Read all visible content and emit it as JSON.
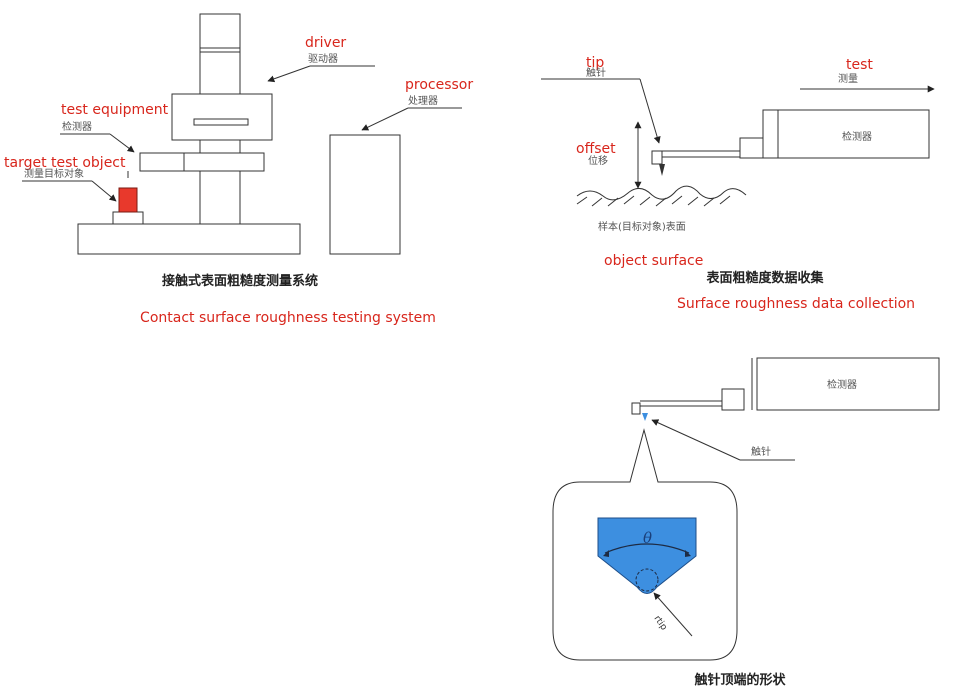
{
  "panel_contact": {
    "driver_en": "driver",
    "driver_cn": "驱动器",
    "processor_en": "processor",
    "processor_cn": "处理器",
    "test_equipment_en": "test equipment",
    "test_equipment_cn": "检测器",
    "target_en": "target test object",
    "target_cn": "测量目标对象",
    "caption_cn": "接触式表面粗糙度测量系统",
    "caption_en": "Contact surface roughness testing system",
    "target_color": "#e8392c"
  },
  "panel_collection": {
    "tip_en": "tip",
    "tip_cn": "触针",
    "test_en": "test",
    "test_cn": "测量",
    "detector_cn": "检测器",
    "offset_en": "offset",
    "offset_cn": "位移",
    "surface_cn": "样本(目标对象)表面",
    "surface_en": "object surface",
    "caption_cn": "表面粗糙度数据收集",
    "caption_en": "Surface roughness data collection"
  },
  "panel_tip": {
    "detector_cn": "检测器",
    "tip_cn": "触针",
    "theta": "θ",
    "rtip": "rtip",
    "caption_cn": "触针顶端的形状",
    "tip_color": "#3d8fe0"
  }
}
